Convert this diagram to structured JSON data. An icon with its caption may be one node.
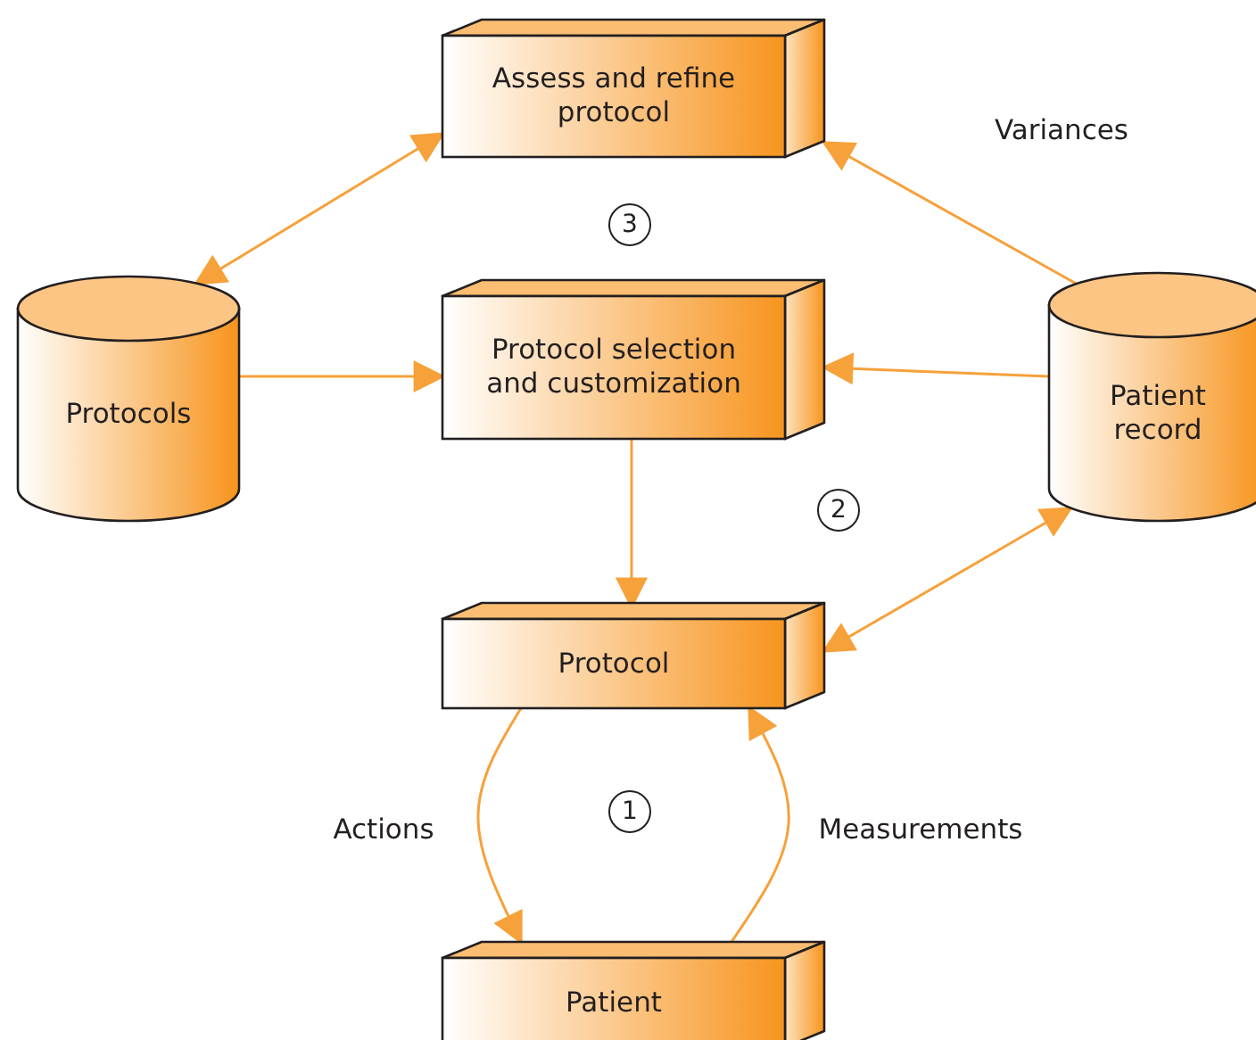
{
  "diagram": {
    "nodes": [
      {
        "text": [
          "Assess and refine protocol"
        ]
      },
      {
        "text": [
          "Protocols"
        ]
      },
      {
        "text": [
          "Protocol selection and customization"
        ]
      },
      {
        "text": [
          "Patient record"
        ]
      },
      {
        "text": [
          "Protocol"
        ]
      },
      {
        "text": [
          "Patient"
        ]
      }
    ],
    "edges": [
      {
        "from": 1,
        "to": 0,
        "arrow": "both"
      },
      {
        "from": 3,
        "to": 0,
        "arrow": "to",
        "label": "Variances"
      },
      {
        "from": 1,
        "to": 2,
        "arrow": "to"
      },
      {
        "from": 3,
        "to": 2,
        "arrow": "to"
      },
      {
        "from": 2,
        "to": 4,
        "arrow": "to"
      },
      {
        "from": 3,
        "to": 4,
        "arrow": "both"
      },
      {
        "from": 4,
        "to": 5,
        "arrow": "to",
        "label": "Actions"
      },
      {
        "from": 5,
        "to": 4,
        "arrow": "to",
        "label": "Measurements"
      }
    ],
    "labels": [
      "3",
      "2",
      "1"
    ]
  }
}
